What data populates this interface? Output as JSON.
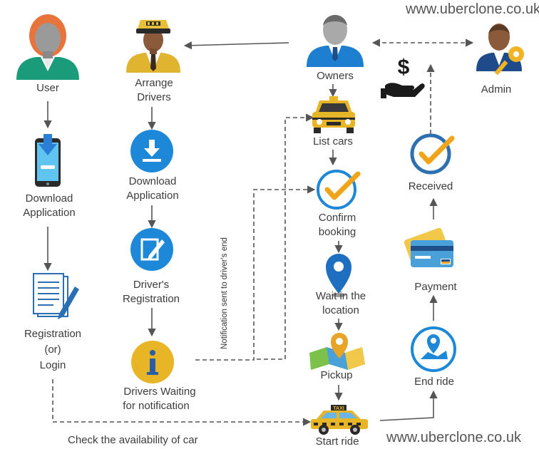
{
  "watermark_top": "www.uberclone.co.uk",
  "watermark_bottom": "www.uberclone.co.uk",
  "user": {
    "label": "User"
  },
  "user_flow": {
    "download": [
      "Download",
      "Application"
    ],
    "registration": [
      "Registration",
      "(or)",
      "Login"
    ]
  },
  "driver_flow": {
    "arrange": [
      "Arrange",
      "Drivers"
    ],
    "download": [
      "Download",
      "Application"
    ],
    "registration": [
      "Driver's",
      "Registration"
    ],
    "waiting": [
      "Drivers Waiting",
      "for notification"
    ]
  },
  "owner_flow": {
    "owners": "Owners",
    "list_cars": "List cars",
    "confirm": [
      "Confirm",
      "booking"
    ],
    "wait": [
      "Wait in the",
      "location"
    ],
    "pickup": "Pickup",
    "start": "Start ride"
  },
  "admin_flow": {
    "admin": "Admin",
    "received": "Received",
    "payment": "Payment",
    "end": "End ride"
  },
  "notification_note": "Notification sent to driver's end",
  "availability_note": "Check the availability of car",
  "colors": {
    "blue_circle": "#1e88d8",
    "gold": "#e8b527",
    "teal": "#1a9c7a",
    "arrow": "#555555",
    "check_orange": "#f0a41a"
  }
}
